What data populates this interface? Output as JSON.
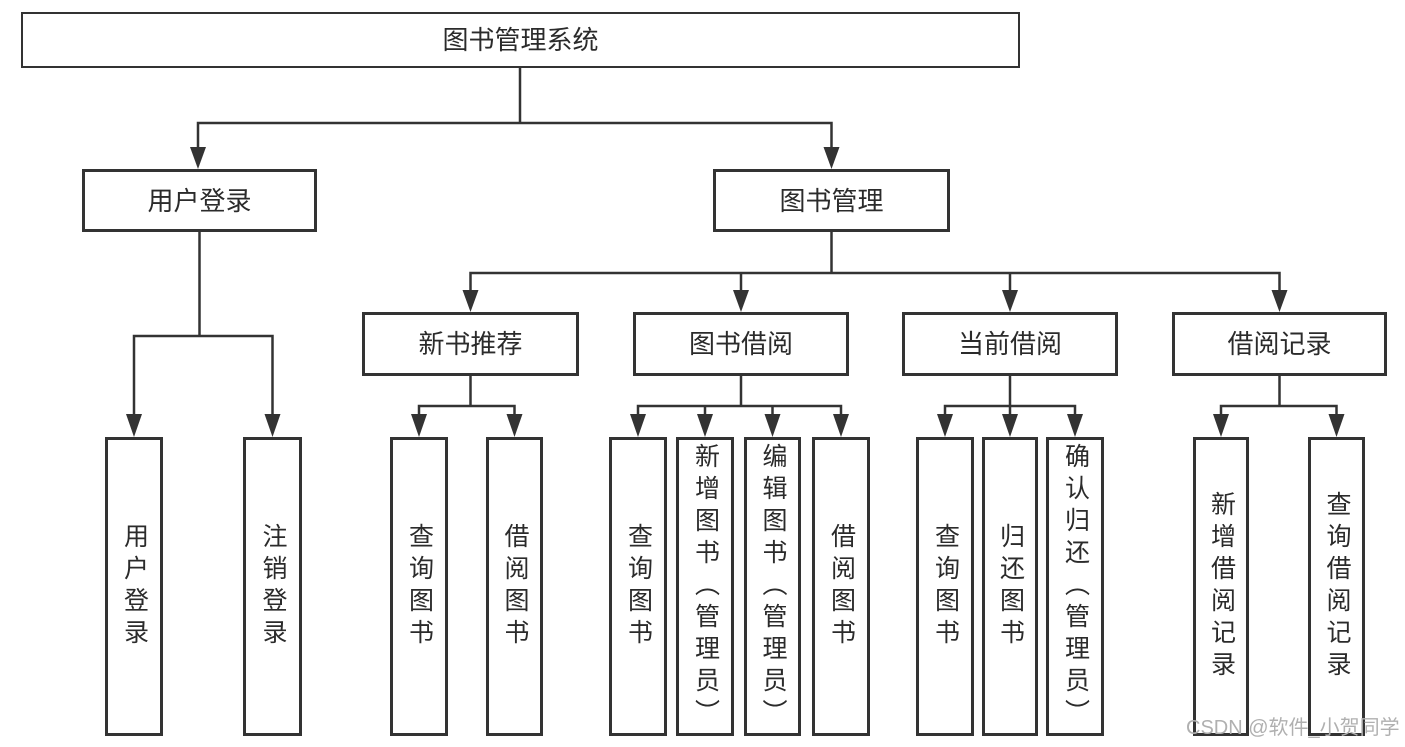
{
  "diagram_title": "图书管理系统",
  "nodes": {
    "root": "图书管理系统",
    "user_login": "用户登录",
    "book_mgmt": "图书管理",
    "new_book": "新书推荐",
    "book_borrow": "图书借阅",
    "current_borrow": "当前借阅",
    "borrow_records": "借阅记录",
    "leaf_user_login": "用户登录",
    "leaf_logout": "注销登录",
    "leaf_newbook_query": "查询图书",
    "leaf_newbook_borrow": "借阅图书",
    "leaf_borrow_query": "查询图书",
    "leaf_borrow_add": "新增图书（管理员）",
    "leaf_borrow_edit": "编辑图书（管理员）",
    "leaf_borrow_borrow": "借阅图书",
    "leaf_current_query": "查询图书",
    "leaf_current_return": "归还图书",
    "leaf_current_confirm": "确认归还（管理员）",
    "leaf_records_add": "新增借阅记录",
    "leaf_records_query": "查询借阅记录"
  },
  "watermark": "CSDN @软件_小贺同学",
  "colors": {
    "line": "#333333",
    "text": "#2b2b2b",
    "watermark": "#b0b0b0",
    "background": "#ffffff"
  }
}
